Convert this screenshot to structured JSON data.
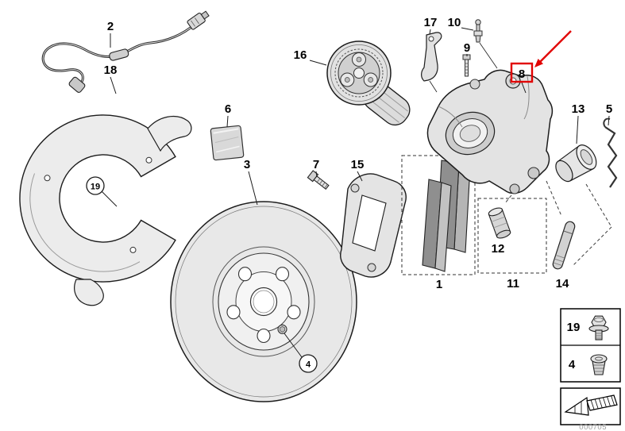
{
  "parts": {
    "p1": "1",
    "p2": "2",
    "p3": "3",
    "p4": "4",
    "p5": "5",
    "p6": "6",
    "p7": "7",
    "p8": "8",
    "p9": "9",
    "p10": "10",
    "p11": "11",
    "p12": "12",
    "p13": "13",
    "p14": "14",
    "p15": "15",
    "p16": "16",
    "p17": "17",
    "p18": "18",
    "p19": "19"
  },
  "highlight": {
    "part": "8",
    "color": "#e10000"
  },
  "legend": {
    "rows": [
      {
        "label": "19",
        "icon": "hex-flange-bolt-icon"
      },
      {
        "label": "4",
        "icon": "screw-plug-icon"
      }
    ]
  },
  "direction_symbol": {
    "icon": "hatched-arrow-icon"
  },
  "footer": {
    "code": "000705"
  }
}
